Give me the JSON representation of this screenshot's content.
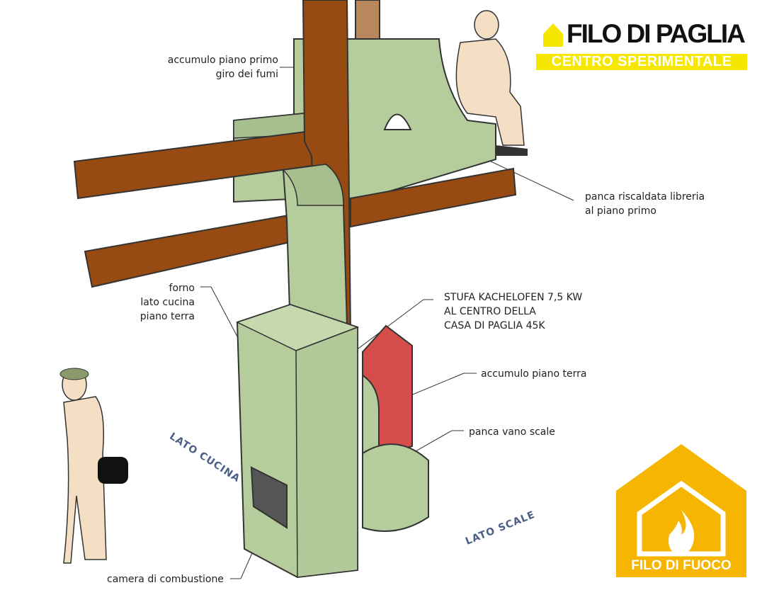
{
  "brand": {
    "title": "FILO DI PAGLIA",
    "subtitle": "CENTRO SPERIMENTALE",
    "logo_text": "FILO DI FUOCO",
    "accent": "#f5e700",
    "logo_color": "#f6b500"
  },
  "labels": {
    "accumulo_primo": [
      "accumulo piano primo",
      "giro dei fumi"
    ],
    "panca_libreria": [
      "panca riscaldata libreria",
      "al piano primo"
    ],
    "forno": [
      "forno",
      "lato cucina",
      "piano terra"
    ],
    "stufa": [
      "STUFA KACHELOFEN 7,5 KW",
      "AL CENTRO DELLA",
      "CASA DI PAGLIA 45K"
    ],
    "accumulo_terra": "accumulo piano terra",
    "panca_scale": "panca vano scale",
    "camera": "camera di combustione"
  },
  "floor_text": {
    "cucina": "LATO CUCINA",
    "scale": "LATO SCALE"
  },
  "colors": {
    "masonry": "#b5cc9c",
    "beam": "#974a12",
    "stove": "#d44d4a",
    "flue": "#b9875e",
    "person": "#f4dfc4"
  }
}
